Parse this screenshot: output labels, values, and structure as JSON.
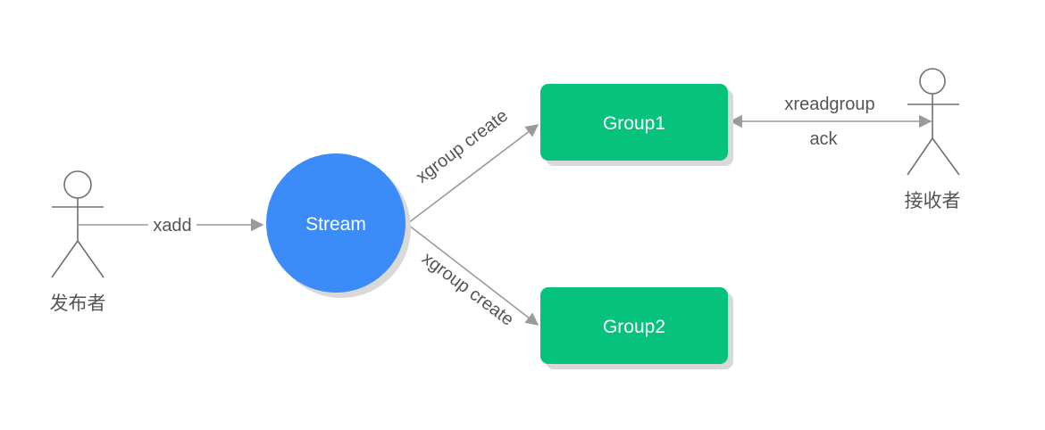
{
  "actors": {
    "publisher": {
      "label": "发布者"
    },
    "receiver": {
      "label": "接收者"
    }
  },
  "nodes": {
    "stream": {
      "label": "Stream",
      "color": "#3b8cf9"
    },
    "group1": {
      "label": "Group1",
      "color": "#06c27c"
    },
    "group2": {
      "label": "Group2",
      "color": "#06c27c"
    }
  },
  "edges": {
    "xadd": {
      "label": "xadd"
    },
    "create1": {
      "label": "xgroup create"
    },
    "create2": {
      "label": "xgroup create"
    },
    "read": {
      "label": "xreadgroup"
    },
    "ack": {
      "label": "ack"
    }
  },
  "colors": {
    "edge": "#9a9a9a",
    "label": "#555555",
    "shadow": "#d9d9d9"
  }
}
